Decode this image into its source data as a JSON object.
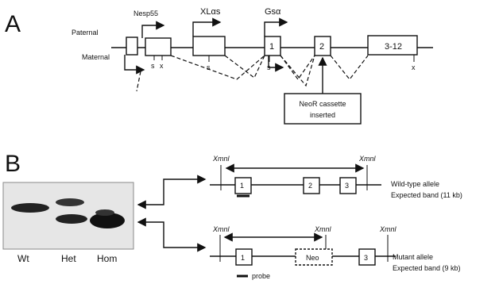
{
  "panel_a": {
    "label": "A",
    "genes": {
      "nesp55": "Nesp55",
      "xlas": "XLαs",
      "gsa": "Gsα"
    },
    "alleles": {
      "paternal": "Paternal",
      "maternal": "Maternal"
    },
    "exons": {
      "e1": "1",
      "e2": "2",
      "e3_12": "3-12"
    },
    "sites": {
      "s1": "s",
      "x1": "x",
      "s2": "s",
      "s3": "s",
      "x2": "x"
    },
    "neo_note": {
      "line1": "NeoR cassette",
      "line2": "inserted"
    }
  },
  "panel_b": {
    "label": "B",
    "lanes": [
      "Wt",
      "Het",
      "Hom"
    ],
    "wildtype": {
      "left_site": "Xmnl",
      "right_site": "Xmnl",
      "exons": [
        "1",
        "2",
        "3"
      ],
      "caption1": "Wild-type allele",
      "caption2": "Expected band (11 kb)"
    },
    "mutant": {
      "left_site": "Xmnl",
      "mid_site": "Xmnl",
      "right_site": "Xmnl",
      "exons": [
        "1",
        "Neo",
        "3"
      ],
      "caption1": "Mutant allele",
      "caption2": "Expected band (9 kb)"
    },
    "legend": "probe"
  }
}
